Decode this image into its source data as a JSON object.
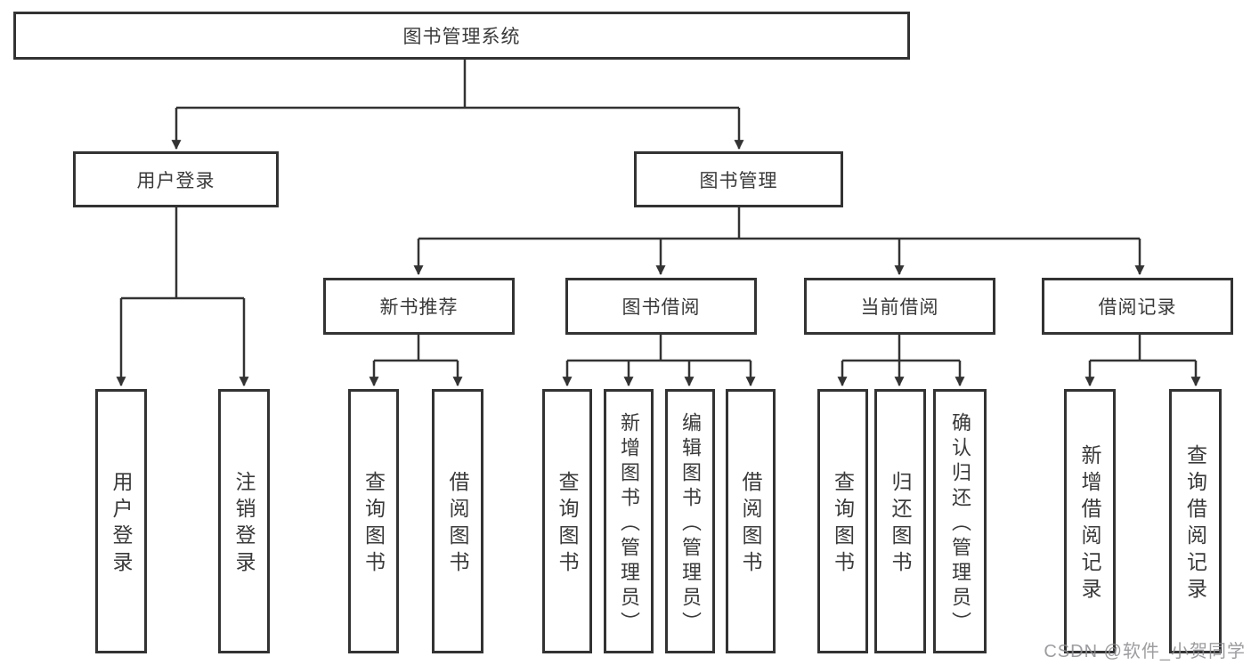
{
  "diagram": {
    "type": "hierarchy-tree",
    "tree": {
      "label": "图书管理系统",
      "children": [
        {
          "label": "用户登录",
          "children": [
            {
              "label": "用户登录"
            },
            {
              "label": "注销登录"
            }
          ]
        },
        {
          "label": "图书管理",
          "children": [
            {
              "label": "新书推荐",
              "children": [
                {
                  "label": "查询图书"
                },
                {
                  "label": "借阅图书"
                }
              ]
            },
            {
              "label": "图书借阅",
              "children": [
                {
                  "label": "查询图书"
                },
                {
                  "label": "新增图书（管理员）"
                },
                {
                  "label": "编辑图书（管理员）"
                },
                {
                  "label": "借阅图书"
                }
              ]
            },
            {
              "label": "当前借阅",
              "children": [
                {
                  "label": "查询图书"
                },
                {
                  "label": "归还图书"
                },
                {
                  "label": "确认归还（管理员）"
                }
              ]
            },
            {
              "label": "借阅记录",
              "children": [
                {
                  "label": "新增借阅记录"
                },
                {
                  "label": "查询借阅记录"
                }
              ]
            }
          ]
        }
      ]
    },
    "watermark": "CSDN @软件_小贺同学",
    "colors": {
      "line": "#333333",
      "box_border": "#333333",
      "box_fill": "#ffffff",
      "text": "#3a3a3a",
      "watermark": "#8c8c91"
    }
  }
}
